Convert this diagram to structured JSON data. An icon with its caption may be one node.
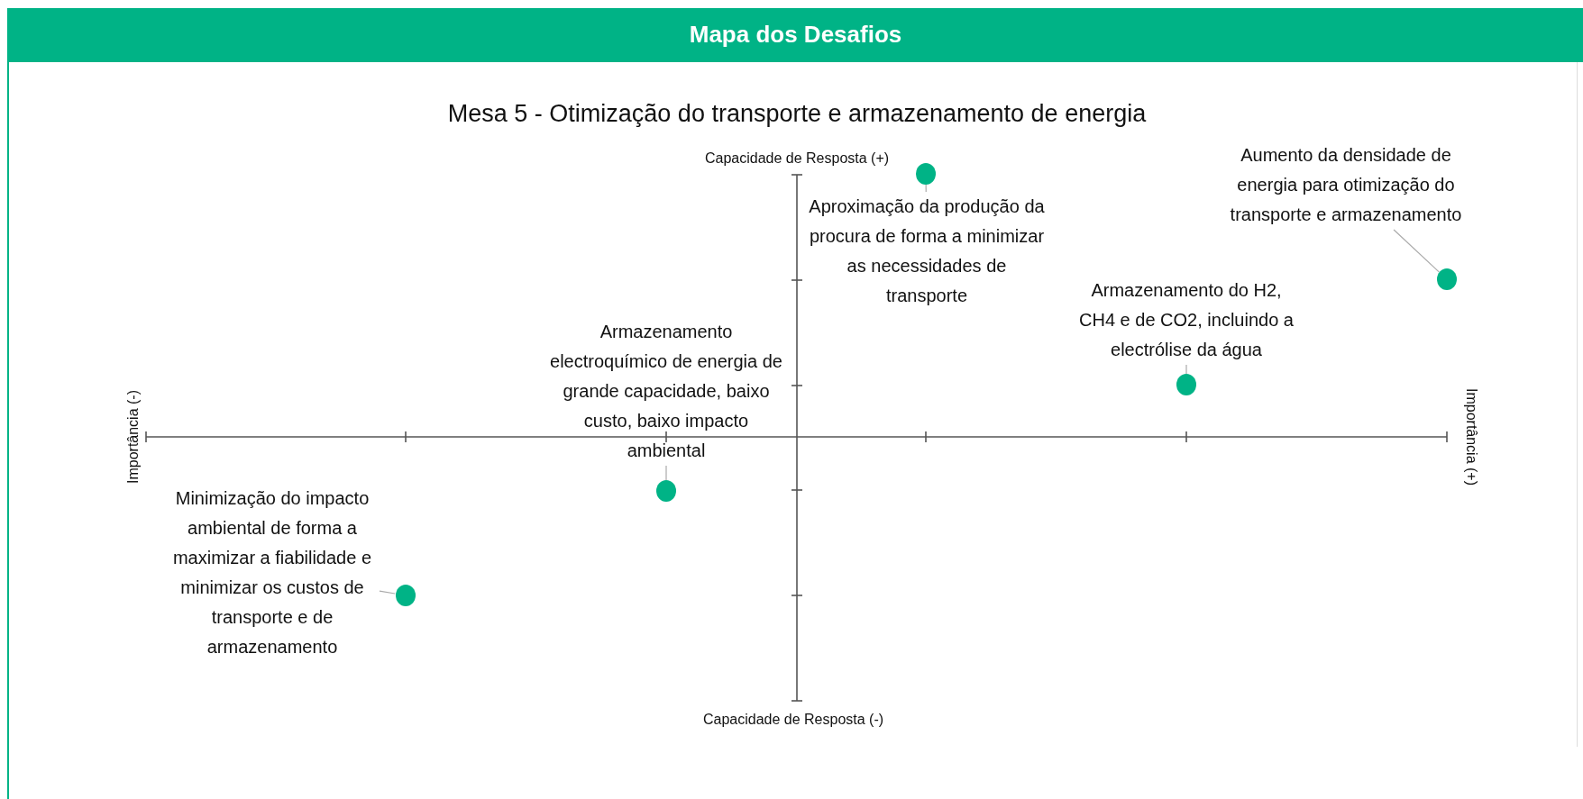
{
  "diagram": {
    "title": "Mapa dos Desafios",
    "nodes": [
      {
        "text": [
          "Aproximação da produção da procura de forma a minimizar as necessidades de transporte"
        ]
      },
      {
        "text": [],
        "shape": "circle"
      },
      {
        "text": [
          "Aumento da densidade de energia para otimização do transporte e armazenamento"
        ]
      },
      {
        "text": [],
        "shape": "circle"
      },
      {
        "text": [
          "Armazenamento do H2, CH4 e de CO2, incluindo a electrólise da água"
        ]
      },
      {
        "text": [],
        "shape": "circle"
      },
      {
        "text": [
          "Armazenamento electroquímico de energia de grande capacidade, baixo custo, baixo impacto ambiental"
        ]
      },
      {
        "text": [],
        "shape": "circle"
      },
      {
        "text": [
          "Minimização do impacto ambiental de forma a maximizar a fiabilidade e minimizar os custos de transporte e de armazenamento"
        ]
      },
      {
        "text": [],
        "shape": "circle"
      }
    ],
    "edges": [
      {
        "from": 0,
        "to": 1,
        "arrow": "none"
      },
      {
        "from": 2,
        "to": 3,
        "arrow": "none"
      },
      {
        "from": 4,
        "to": 5,
        "arrow": "none"
      },
      {
        "from": 6,
        "to": 7,
        "arrow": "none"
      },
      {
        "from": 8,
        "to": 9,
        "arrow": "none"
      }
    ],
    "labels": [
      "Mesa 5 - Otimização do transporte e armazenamento de energia",
      "Capacidade de Resposta (+)",
      "Importância (-)",
      "Importância (+)",
      "Capacidade de Resposta (-)"
    ]
  }
}
